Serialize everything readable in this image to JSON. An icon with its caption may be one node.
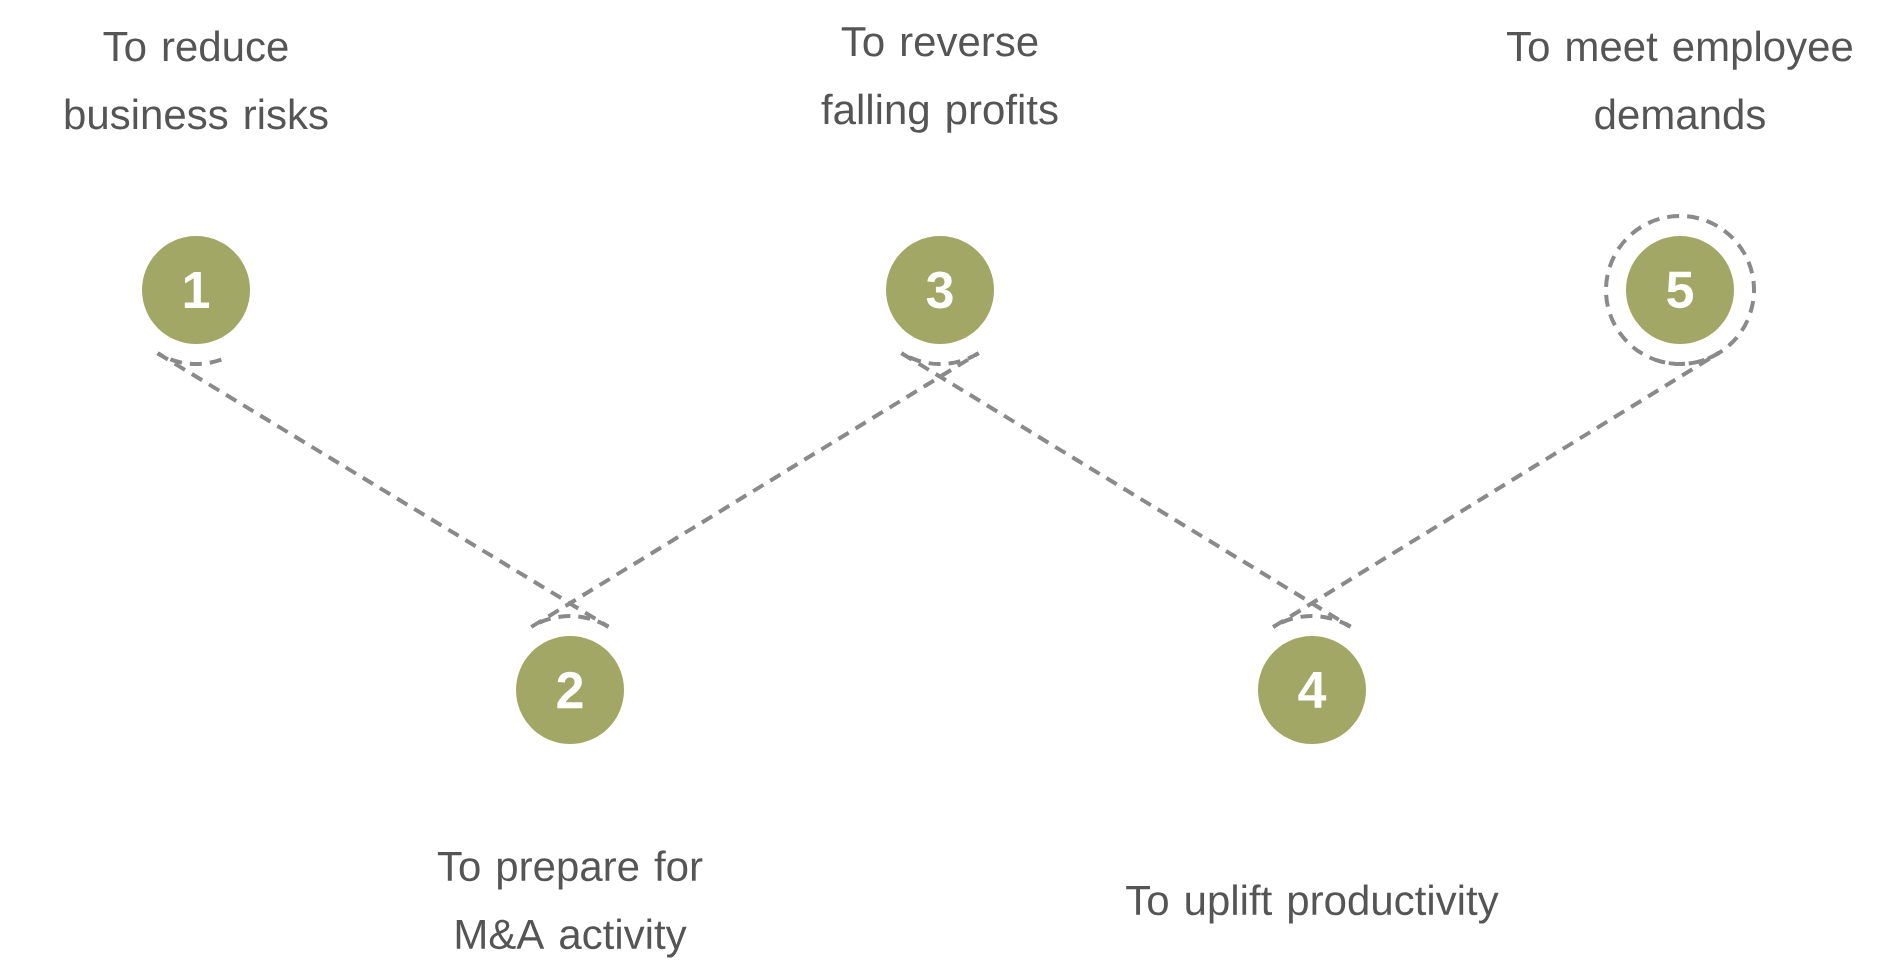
{
  "diagram": {
    "nodes": [
      {
        "text": [
          "1"
        ],
        "beside": [
          "To reduce business risks"
        ]
      },
      {
        "text": [
          "2"
        ],
        "beside": [
          "To prepare for M&A activity"
        ]
      },
      {
        "text": [
          "3"
        ],
        "beside": [
          "To reverse falling profits"
        ]
      },
      {
        "text": [
          "4"
        ],
        "beside": [
          "To uplift productivity"
        ]
      },
      {
        "text": [
          "5"
        ],
        "beside": [
          "To meet employee demands"
        ]
      }
    ],
    "edges": [
      {
        "from": 0,
        "to": 1,
        "arrow": "none",
        "style": "dashed"
      },
      {
        "from": 1,
        "to": 2,
        "arrow": "none",
        "style": "dashed"
      },
      {
        "from": 2,
        "to": 3,
        "arrow": "none",
        "style": "dashed"
      },
      {
        "from": 3,
        "to": 4,
        "arrow": "none",
        "style": "dashed"
      }
    ]
  }
}
